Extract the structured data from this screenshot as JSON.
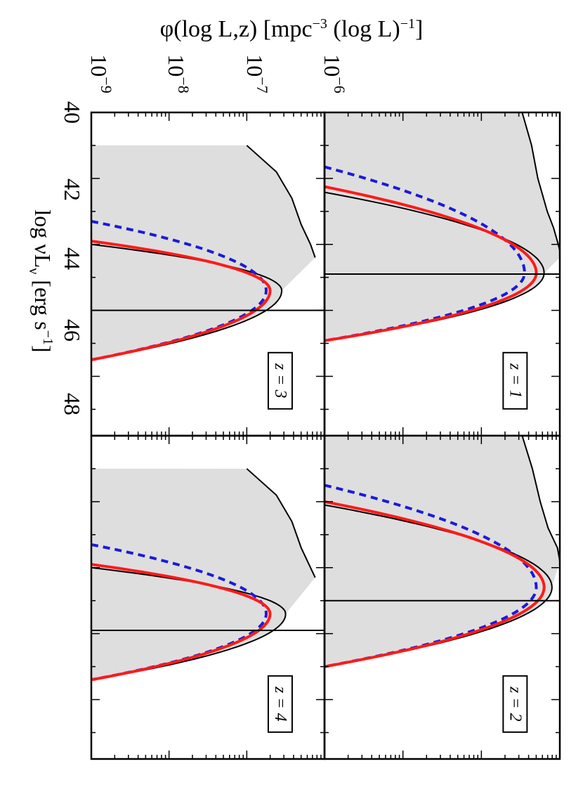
{
  "figure": {
    "rotation_note": "Figure is rotated 90 degrees clockwise",
    "ylabel_parts": {
      "main": "φ(log L,z) [mpc",
      "exp1": "−3",
      "mid": " (log L)",
      "exp2": "−1",
      "end": "]"
    },
    "xlabel_parts": {
      "main": "log νL",
      "sub": "ν",
      "mid": " [erg s",
      "exp": "−1",
      "end": "]"
    },
    "y_ticks": [
      {
        "base": "10",
        "exp": "−9"
      },
      {
        "base": "10",
        "exp": "−8"
      },
      {
        "base": "10",
        "exp": "−7"
      },
      {
        "base": "10",
        "exp": "−6"
      }
    ],
    "x_ticks": [
      "40",
      "42",
      "44",
      "46",
      "48"
    ]
  },
  "chart_data": [
    {
      "type": "line",
      "panel_label": "z = 1",
      "xlim": [
        40,
        49.8
      ],
      "ylim_log10": [
        -9,
        -6
      ],
      "yscale": "log",
      "band_upper": {
        "x": [
          40.0,
          41.0,
          42.0,
          43.0,
          43.5,
          44.0,
          44.2,
          44.4
        ],
        "y": [
          -6.48,
          -6.36,
          -6.28,
          -6.16,
          -6.08,
          -6.02,
          -6.0,
          -6.0
        ]
      },
      "band_lower_min_y": -8.97,
      "series": [
        {
          "style": "solid-black",
          "peak_x": 44.87,
          "peak_y": -6.2,
          "left_edge_x": 42.42,
          "right_edge_x": 46.92
        },
        {
          "style": "dashed-blue",
          "peak_x": 44.87,
          "peak_y": -6.45,
          "left_edge_x": 41.65,
          "right_edge_x": 46.92
        },
        {
          "style": "solid-red",
          "peak_x": 44.87,
          "peak_y": -6.3,
          "left_edge_x": 42.25,
          "right_edge_x": 46.92
        }
      ],
      "vline_x": 44.9
    },
    {
      "type": "line",
      "panel_label": "z = 2",
      "xlim": [
        40,
        49.8
      ],
      "ylim_log10": [
        -9,
        -6
      ],
      "yscale": "log",
      "band_upper": {
        "x": [
          40.0,
          41.0,
          42.0,
          42.8,
          43.4,
          43.8
        ],
        "y": [
          -6.48,
          -6.35,
          -6.25,
          -6.15,
          -6.03,
          -6.0
        ]
      },
      "band_lower_min_y": -8.97,
      "series": [
        {
          "style": "solid-black",
          "peak_x": 44.6,
          "peak_y": -6.1,
          "left_edge_x": 42.1,
          "right_edge_x": 47.0
        },
        {
          "style": "dashed-blue",
          "peak_x": 44.6,
          "peak_y": -6.3,
          "left_edge_x": 41.5,
          "right_edge_x": 47.0
        },
        {
          "style": "solid-red",
          "peak_x": 44.6,
          "peak_y": -6.2,
          "left_edge_x": 42.0,
          "right_edge_x": 47.0
        }
      ],
      "vline_x": 45.0
    },
    {
      "type": "line",
      "panel_label": "z = 3",
      "xlim": [
        40,
        49.8
      ],
      "ylim_log10": [
        -9,
        -6
      ],
      "yscale": "log",
      "band_upper": {
        "x": [
          41.0,
          41.8,
          42.6,
          43.4,
          44.0,
          44.4
        ],
        "y": [
          -7.0,
          -6.62,
          -6.42,
          -6.3,
          -6.18,
          -6.12
        ]
      },
      "band_lower_min_y": -8.97,
      "series": [
        {
          "style": "solid-black",
          "peak_x": 45.4,
          "peak_y": -6.55,
          "left_edge_x": 44.0,
          "right_edge_x": 47.5
        },
        {
          "style": "dashed-blue",
          "peak_x": 45.4,
          "peak_y": -6.75,
          "left_edge_x": 43.3,
          "right_edge_x": 47.5
        },
        {
          "style": "solid-red",
          "peak_x": 45.4,
          "peak_y": -6.7,
          "left_edge_x": 43.9,
          "right_edge_x": 47.5
        }
      ],
      "vline_x": 46.0
    },
    {
      "type": "line",
      "panel_label": "z = 4",
      "xlim": [
        40,
        49.8
      ],
      "ylim_log10": [
        -9,
        -6
      ],
      "yscale": "log",
      "band_upper": {
        "x": [
          41.0,
          41.8,
          42.6,
          43.4,
          44.0,
          44.3
        ],
        "y": [
          -7.0,
          -6.62,
          -6.42,
          -6.3,
          -6.18,
          -6.12
        ]
      },
      "band_lower_min_y": -8.97,
      "series": [
        {
          "style": "solid-black",
          "peak_x": 45.4,
          "peak_y": -6.5,
          "left_edge_x": 44.0,
          "right_edge_x": 47.4
        },
        {
          "style": "dashed-blue",
          "peak_x": 45.4,
          "peak_y": -6.75,
          "left_edge_x": 43.3,
          "right_edge_x": 47.4
        },
        {
          "style": "solid-red",
          "peak_x": 45.4,
          "peak_y": -6.7,
          "left_edge_x": 43.9,
          "right_edge_x": 47.4
        }
      ],
      "vline_x": 45.9
    }
  ]
}
